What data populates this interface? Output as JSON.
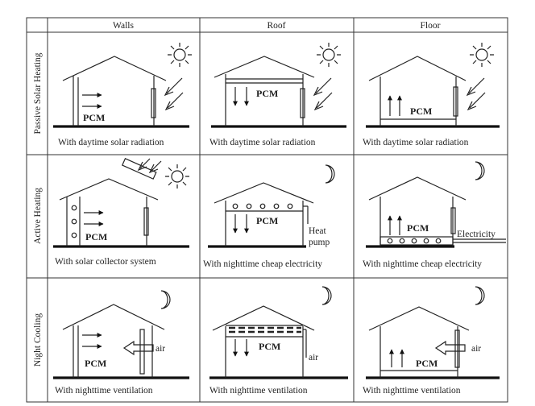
{
  "columns": [
    "Walls",
    "Roof",
    "Floor"
  ],
  "rows": [
    {
      "label": "Passive Solar Heating",
      "cells": [
        {
          "caption": "With daytime solar radiation",
          "pcm": "PCM"
        },
        {
          "caption": "With daytime solar radiation",
          "pcm": "PCM"
        },
        {
          "caption": "With daytime solar radiation",
          "pcm": "PCM"
        }
      ]
    },
    {
      "label": "Active Heating",
      "cells": [
        {
          "caption": "With solar collector system",
          "pcm": "PCM"
        },
        {
          "caption": "With nighttime cheap electricity",
          "pcm": "PCM",
          "note1": "Heat",
          "note2": "pump"
        },
        {
          "caption": "With nighttime cheap electricity",
          "pcm": "PCM",
          "note1": "Electricity"
        }
      ]
    },
    {
      "label": "Night Cooling",
      "cells": [
        {
          "caption": "With nighttime ventilation",
          "pcm": "PCM",
          "air": "air"
        },
        {
          "caption": "With nighttime ventilation",
          "pcm": "PCM",
          "air": "air"
        },
        {
          "caption": "With nighttime ventilation",
          "pcm": "PCM",
          "air": "air"
        }
      ]
    }
  ],
  "icons": {
    "sun": "sun-icon",
    "moon": "moon-icon",
    "arrow": "heat-flow-arrow-icon"
  }
}
